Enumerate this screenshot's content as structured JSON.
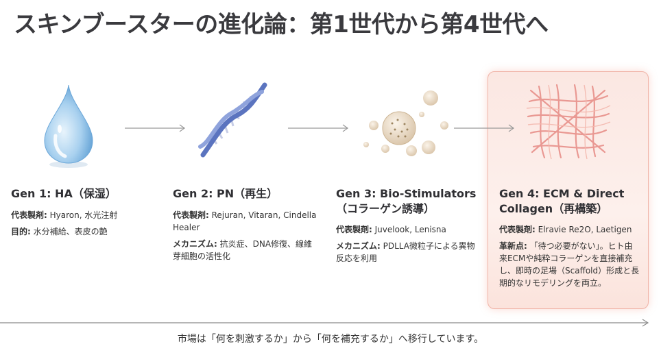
{
  "title": "スキンブースターの進化論：第1世代から第4世代へ",
  "generations": [
    {
      "heading": "Gen 1: HA（保湿）",
      "icon": "water-drop-icon",
      "r1_label": "代表製剤:",
      "r1_value": " Hyaron, 水光注射",
      "r2_label": "目的:",
      "r2_value": " 水分補給、表皮の艶"
    },
    {
      "heading": "Gen 2: PN（再生）",
      "icon": "dna-helix-icon",
      "r1_label": "代表製剤:",
      "r1_value": " Rejuran, Vitaran, Cindella Healer",
      "r2_label": "メカニズム:",
      "r2_value": " 抗炎症、DNA修復、線維芽細胞の活性化"
    },
    {
      "heading_line1": "Gen 3: Bio-Stimulators",
      "heading_line2": "（コラーゲン誘導）",
      "icon": "microspheres-icon",
      "r1_label": "代表製剤:",
      "r1_value": " Juvelook, Lenisna",
      "r2_label": "メカニズム:",
      "r2_value": " PDLLA微粒子による異物反応を利用"
    },
    {
      "heading_line1": "Gen 4: ECM & Direct",
      "heading_line2": "Collagen（再構築）",
      "icon": "collagen-mesh-icon",
      "r1_label": "代表製剤:",
      "r1_value": " Elravie Re2O, Laetigen",
      "r2_label": "革新点:",
      "r2_value": " 「待つ必要がない」。ヒト由来ECMや純粋コラーゲンを直接補充し、即時の足場（Scaffold）形成と長期的なリモデリングを両立。"
    }
  ],
  "footer": "市場は「何を刺激するか」から「何を補充するか」へ移行しています。",
  "colors": {
    "highlight_bg": "#fbe7e2",
    "highlight_border": "#f0b2a5",
    "drop": "#7fb6e0",
    "dna": "#6f86c9",
    "mesh": "#e8908a"
  }
}
